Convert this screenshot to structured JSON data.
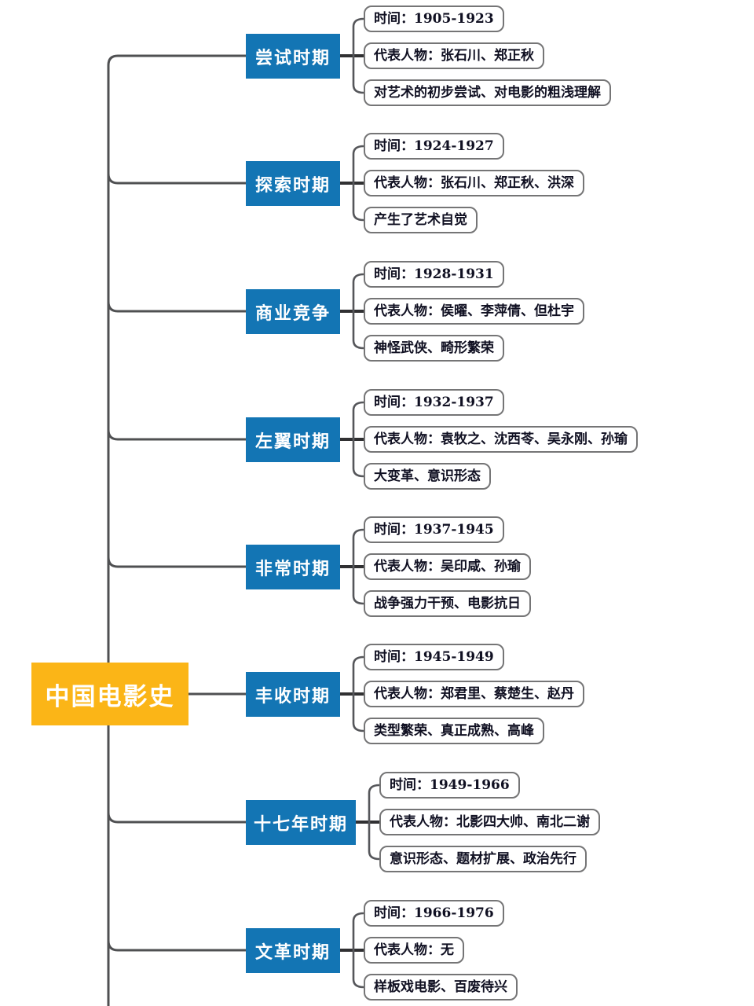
{
  "root": {
    "label": "中国电影史"
  },
  "colors": {
    "root_bg": "#fbb517",
    "topic_bg": "#1375b4",
    "line_gray": "#4f5052",
    "leaf_border": "#757576",
    "leaf_text": "#101022"
  },
  "branches": [
    {
      "label": "尝试时期",
      "children": [
        "时间：1905-1923",
        "代表人物：张石川、郑正秋",
        "对艺术的初步尝试、对电影的粗浅理解"
      ]
    },
    {
      "label": "探索时期",
      "children": [
        "时间：1924-1927",
        "代表人物：张石川、郑正秋、洪深",
        "产生了艺术自觉"
      ]
    },
    {
      "label": "商业竞争",
      "children": [
        "时间：1928-1931",
        "代表人物：侯曜、李萍倩、但杜宇",
        "神怪武侠、畸形繁荣"
      ]
    },
    {
      "label": "左翼时期",
      "children": [
        "时间：1932-1937",
        "代表人物：袁牧之、沈西苓、吴永刚、孙瑜",
        "大变革、意识形态"
      ]
    },
    {
      "label": "非常时期",
      "children": [
        "时间：1937-1945",
        "代表人物：吴印咸、孙瑜",
        "战争强力干预、电影抗日"
      ]
    },
    {
      "label": "丰收时期",
      "children": [
        "时间：1945-1949",
        "代表人物：郑君里、蔡楚生、赵丹",
        "类型繁荣、真正成熟、高峰"
      ]
    },
    {
      "label": "十七年时期",
      "children": [
        "时间：1949-1966",
        "代表人物：北影四大帅、南北二谢",
        "意识形态、题材扩展、政治先行"
      ]
    },
    {
      "label": "文革时期",
      "children": [
        "时间：1966-1976",
        "代表人物：无",
        "样板戏电影、百废待兴"
      ]
    }
  ]
}
